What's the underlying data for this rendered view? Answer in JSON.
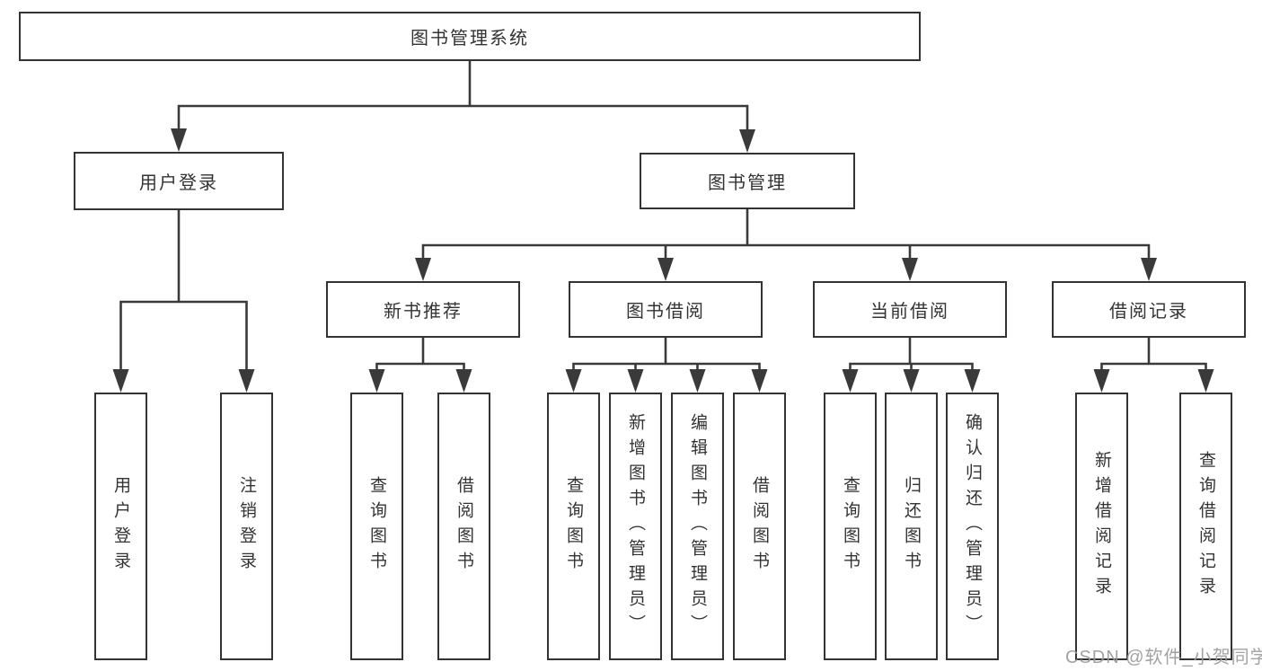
{
  "diagram": {
    "type": "hierarchy-tree",
    "background_color": "#ffffff",
    "line_color": "#3a3a3a",
    "box_border_color": "#333333",
    "text_color": "#333333"
  },
  "tree": {
    "label": "图书管理系统",
    "children": [
      {
        "label": "用户登录",
        "children": [
          {
            "label": "用户登录"
          },
          {
            "label": "注销登录"
          }
        ]
      },
      {
        "label": "图书管理",
        "children": [
          {
            "label": "新书推荐",
            "children": [
              {
                "label": "查询图书"
              },
              {
                "label": "借阅图书"
              }
            ]
          },
          {
            "label": "图书借阅",
            "children": [
              {
                "label": "查询图书"
              },
              {
                "label": "新增图书（管理员）"
              },
              {
                "label": "编辑图书（管理员）"
              },
              {
                "label": "借阅图书"
              }
            ]
          },
          {
            "label": "当前借阅",
            "children": [
              {
                "label": "查询图书"
              },
              {
                "label": "归还图书"
              },
              {
                "label": "确认归还（管理员）"
              }
            ]
          },
          {
            "label": "借阅记录",
            "children": [
              {
                "label": "新增借阅记录"
              },
              {
                "label": "查询借阅记录"
              }
            ]
          }
        ]
      }
    ]
  },
  "watermark": {
    "text": "CSDN @软件_小贺同学",
    "color": "#9b9b9b"
  }
}
